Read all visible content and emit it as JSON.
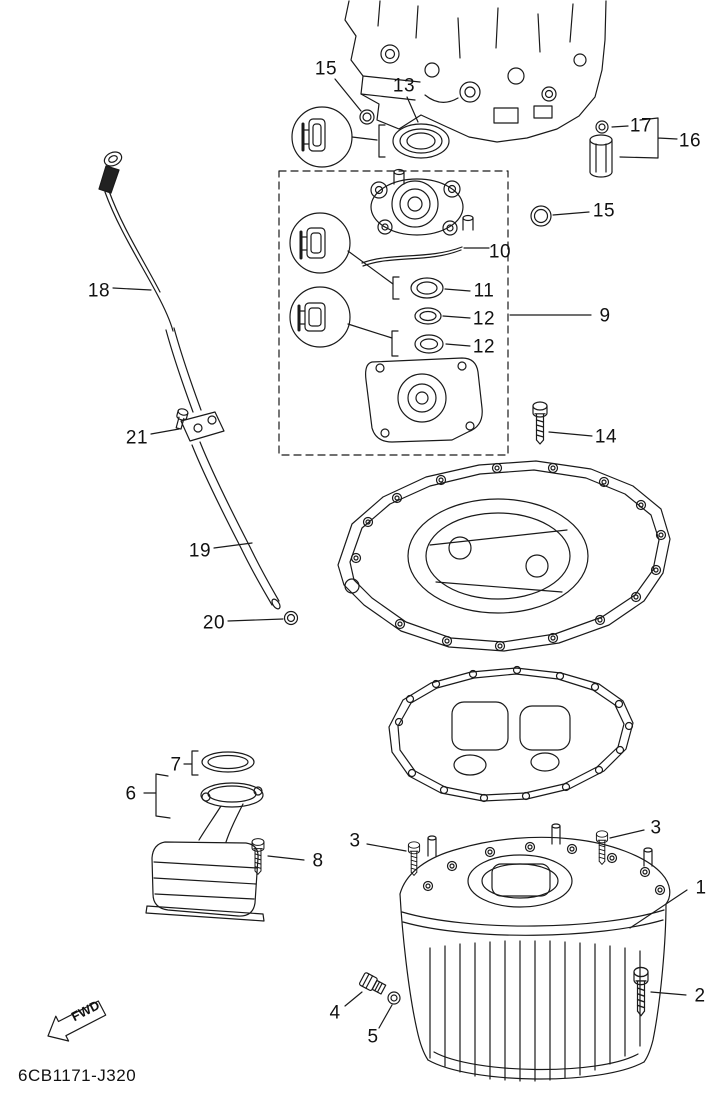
{
  "diagram": {
    "drawing_code": "6CB1171-J320",
    "orientation_label": "FWD",
    "colors": {
      "background": "#ffffff",
      "line": "#1a1a1a"
    },
    "callouts": {
      "c15_top": "15",
      "c13": "13",
      "c17": "17",
      "c16": "16",
      "c15_right": "15",
      "c10": "10",
      "c11": "11",
      "c12_upper": "12",
      "c12_lower": "12",
      "c9": "9",
      "c18": "18",
      "c21": "21",
      "c14": "14",
      "c19": "19",
      "c20": "20",
      "c7": "7",
      "c6": "6",
      "c8": "8",
      "c3_left": "3",
      "c3_right": "3",
      "c1": "1",
      "c2": "2",
      "c4": "4",
      "c5": "5"
    }
  }
}
